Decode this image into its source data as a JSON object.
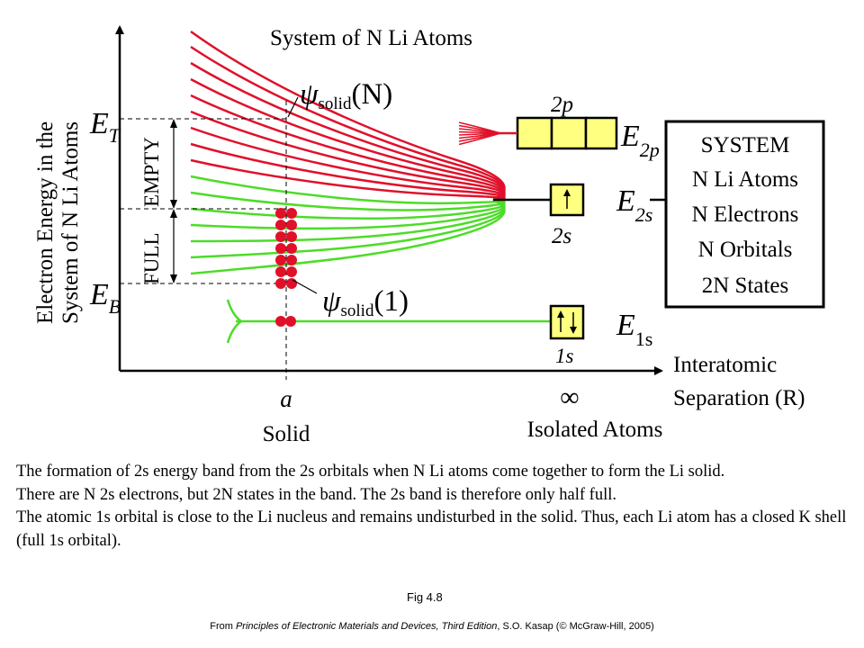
{
  "title": "System of N Li Atoms",
  "y_axis_label": [
    "Electron Energy in the",
    "System of N Li Atoms"
  ],
  "x_axis_label": [
    "Interatomic",
    "Separation (R)"
  ],
  "levels": {
    "ET": "E",
    "ET_sub": "T",
    "EB": "E",
    "EB_sub": "B",
    "E2p": "E",
    "E2p_sub": "2p",
    "E2s": "E",
    "E2s_sub": "2s",
    "E1s": "E",
    "E1s_sub": "1s"
  },
  "band_labels": {
    "empty": "EMPTY",
    "full": "FULL"
  },
  "psi_top": {
    "symbol": "ψ",
    "sub": "solid",
    "arg": "(N)"
  },
  "psi_bottom": {
    "symbol": "ψ",
    "sub": "solid",
    "arg": "(1)"
  },
  "orbitals": {
    "p2": "2p",
    "s2": "2s",
    "s1": "1s"
  },
  "x_marks": {
    "a": "a",
    "solid": "Solid",
    "infinity": "∞",
    "isolated": "Isolated Atoms"
  },
  "system_box": [
    "SYSTEM",
    "N Li Atoms",
    "N Electrons",
    "N Orbitals",
    "2N States"
  ],
  "caption": [
    "The formation of 2s energy band from the 2s orbitals when N Li atoms come together to form the Li solid.",
    "There are N 2s electrons, but 2N states in the band. The 2s band is therefore only half full.",
    "The atomic 1s orbital is close to the Li nucleus and remains undisturbed in the solid. Thus, each Li atom has a closed K shell (full 1s orbital)."
  ],
  "fig_label": "Fig 4.8",
  "source": {
    "prefix": "From ",
    "book": "Principles of Electronic Materials and Devices, Third Edition",
    "suffix": ", S.O. Kasap (© McGraw-Hill, 2005)"
  },
  "colors": {
    "empty_band": "#e0102a",
    "full_band": "#4cdc28",
    "electron": "#e0102a",
    "box_fill": "#ffff80",
    "axis": "#000000"
  }
}
